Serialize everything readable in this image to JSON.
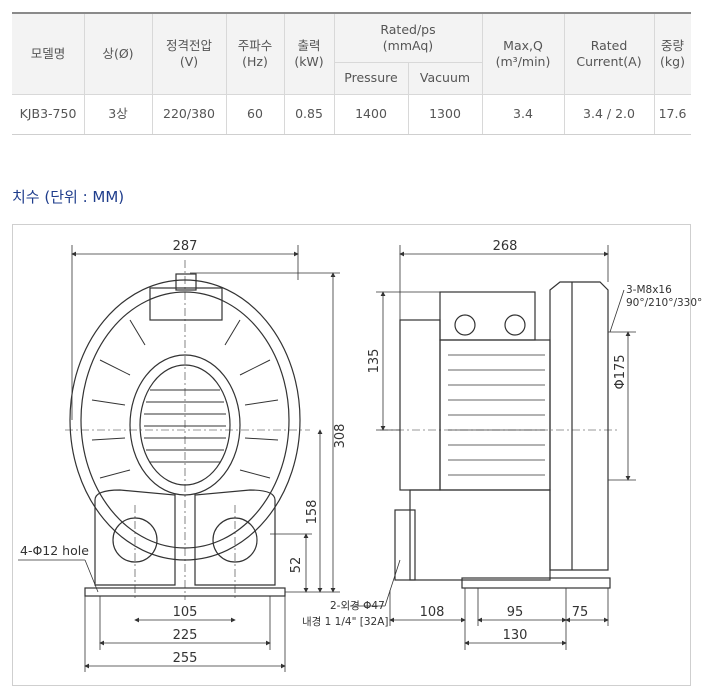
{
  "spec_table": {
    "headers": {
      "model": "모델명",
      "phase": "상(Ø)",
      "voltage": "정격전압\n(V)",
      "frequency": "주파수\n(Hz)",
      "output": "출력\n(kW)",
      "rated_ps": "Rated/ps\n(mmAq)",
      "pressure": "Pressure",
      "vacuum": "Vacuum",
      "max_q": "Max,Q\n(m³/min)",
      "rated_current": "Rated\nCurrent(A)",
      "weight": "중량\n(kg)"
    },
    "row": {
      "model": "KJB3-750",
      "phase": "3상",
      "voltage": "220/380",
      "frequency": "60",
      "output": "0.85",
      "pressure": "1400",
      "vacuum": "1300",
      "max_q": "3.4",
      "rated_current": "3.4 / 2.0",
      "weight": "17.6"
    }
  },
  "section_title": "치수 (단위 : MM)",
  "dimensions": {
    "front_width": "287",
    "front_height": "308",
    "center_height": "158",
    "base_height": "52",
    "hole_spacing": "105",
    "foot_spacing": "225",
    "base_width": "255",
    "mount_holes": "4-Φ12 hole",
    "side_width": "268",
    "top_height": "135",
    "flange_diameter": "Φ175",
    "flange_bolts_1": "3-M8x16",
    "flange_bolts_2": "90°/210°/330°",
    "port_1": "2-외경 Φ47",
    "port_2": "내경 1 1/4\" [32A]",
    "side_offset": "108",
    "side_spacing": "95",
    "side_end": "75",
    "side_base": "130"
  }
}
